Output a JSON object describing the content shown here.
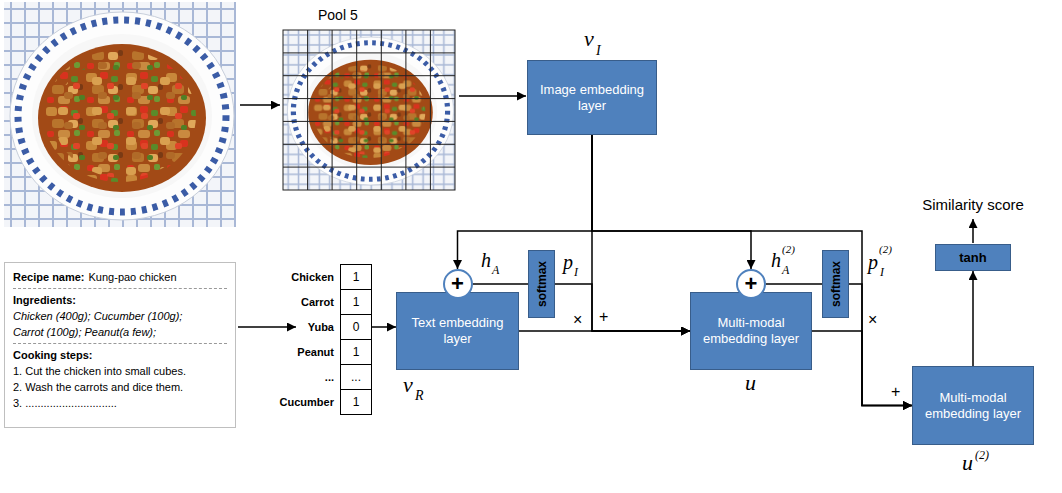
{
  "diagram": {
    "nodes": [
      {
        "text": [
          "Image embedding layer"
        ]
      },
      {
        "text": [
          "Recipe name:",
          "Kung-pao chicken",
          "Ingredients:",
          "Chicken (400g); Cucumber (100g); Carrot (100g); Peanut(a few);",
          "Cooking steps:",
          "1. Cut the chicken into small cubes.",
          "2. Wash the carrots and dice them.",
          "3. .............................."
        ]
      },
      {
        "text": [
          "1"
        ]
      },
      {
        "text": [
          "1"
        ]
      },
      {
        "text": [
          "0"
        ]
      },
      {
        "text": [
          "1"
        ]
      },
      {
        "text": [
          "..."
        ]
      },
      {
        "text": [
          "1"
        ]
      },
      {
        "text": [
          "Text embedding layer"
        ]
      },
      {
        "text": [
          "+"
        ]
      },
      {
        "text": [
          "softmax"
        ]
      },
      {
        "text": [
          "Multi-modal embedding layer"
        ]
      },
      {
        "text": [
          "+"
        ]
      },
      {
        "text": [
          "softmax"
        ]
      },
      {
        "text": [
          "Multi-modal embedding layer"
        ]
      },
      {
        "text": [
          "tanh"
        ]
      }
    ],
    "edges": [
      {
        "from": 0,
        "to": 9,
        "arrow": "to"
      },
      {
        "from": 0,
        "to": 12,
        "arrow": "to"
      },
      {
        "from": 0,
        "to": 11,
        "arrow": "to"
      },
      {
        "from": 0,
        "to": 14,
        "arrow": "to"
      },
      {
        "from": 4,
        "to": 8,
        "arrow": "to"
      },
      {
        "from": 8,
        "to": 9,
        "arrow": "to"
      },
      {
        "from": 9,
        "to": 10,
        "arrow": "none"
      },
      {
        "from": 10,
        "to": 11,
        "arrow": "to"
      },
      {
        "from": 8,
        "to": 11,
        "arrow": "to"
      },
      {
        "from": 11,
        "to": 12,
        "arrow": "to"
      },
      {
        "from": 12,
        "to": 13,
        "arrow": "none"
      },
      {
        "from": 13,
        "to": 14,
        "arrow": "to"
      },
      {
        "from": 11,
        "to": 14,
        "arrow": "to"
      },
      {
        "from": 14,
        "to": 15,
        "arrow": "to"
      }
    ],
    "labels": [
      "Pool 5",
      "v",
      "I",
      "Similarity score",
      "h",
      "A",
      "p",
      "I",
      "h",
      "(2)",
      "A",
      "p",
      "(2)",
      "I",
      "×",
      "+",
      "×",
      "+",
      "v",
      "R",
      "u",
      "u",
      "(2)",
      "Chicken",
      "Carrot",
      "Yuba",
      "Peanut",
      "...",
      "Cucumber"
    ]
  }
}
